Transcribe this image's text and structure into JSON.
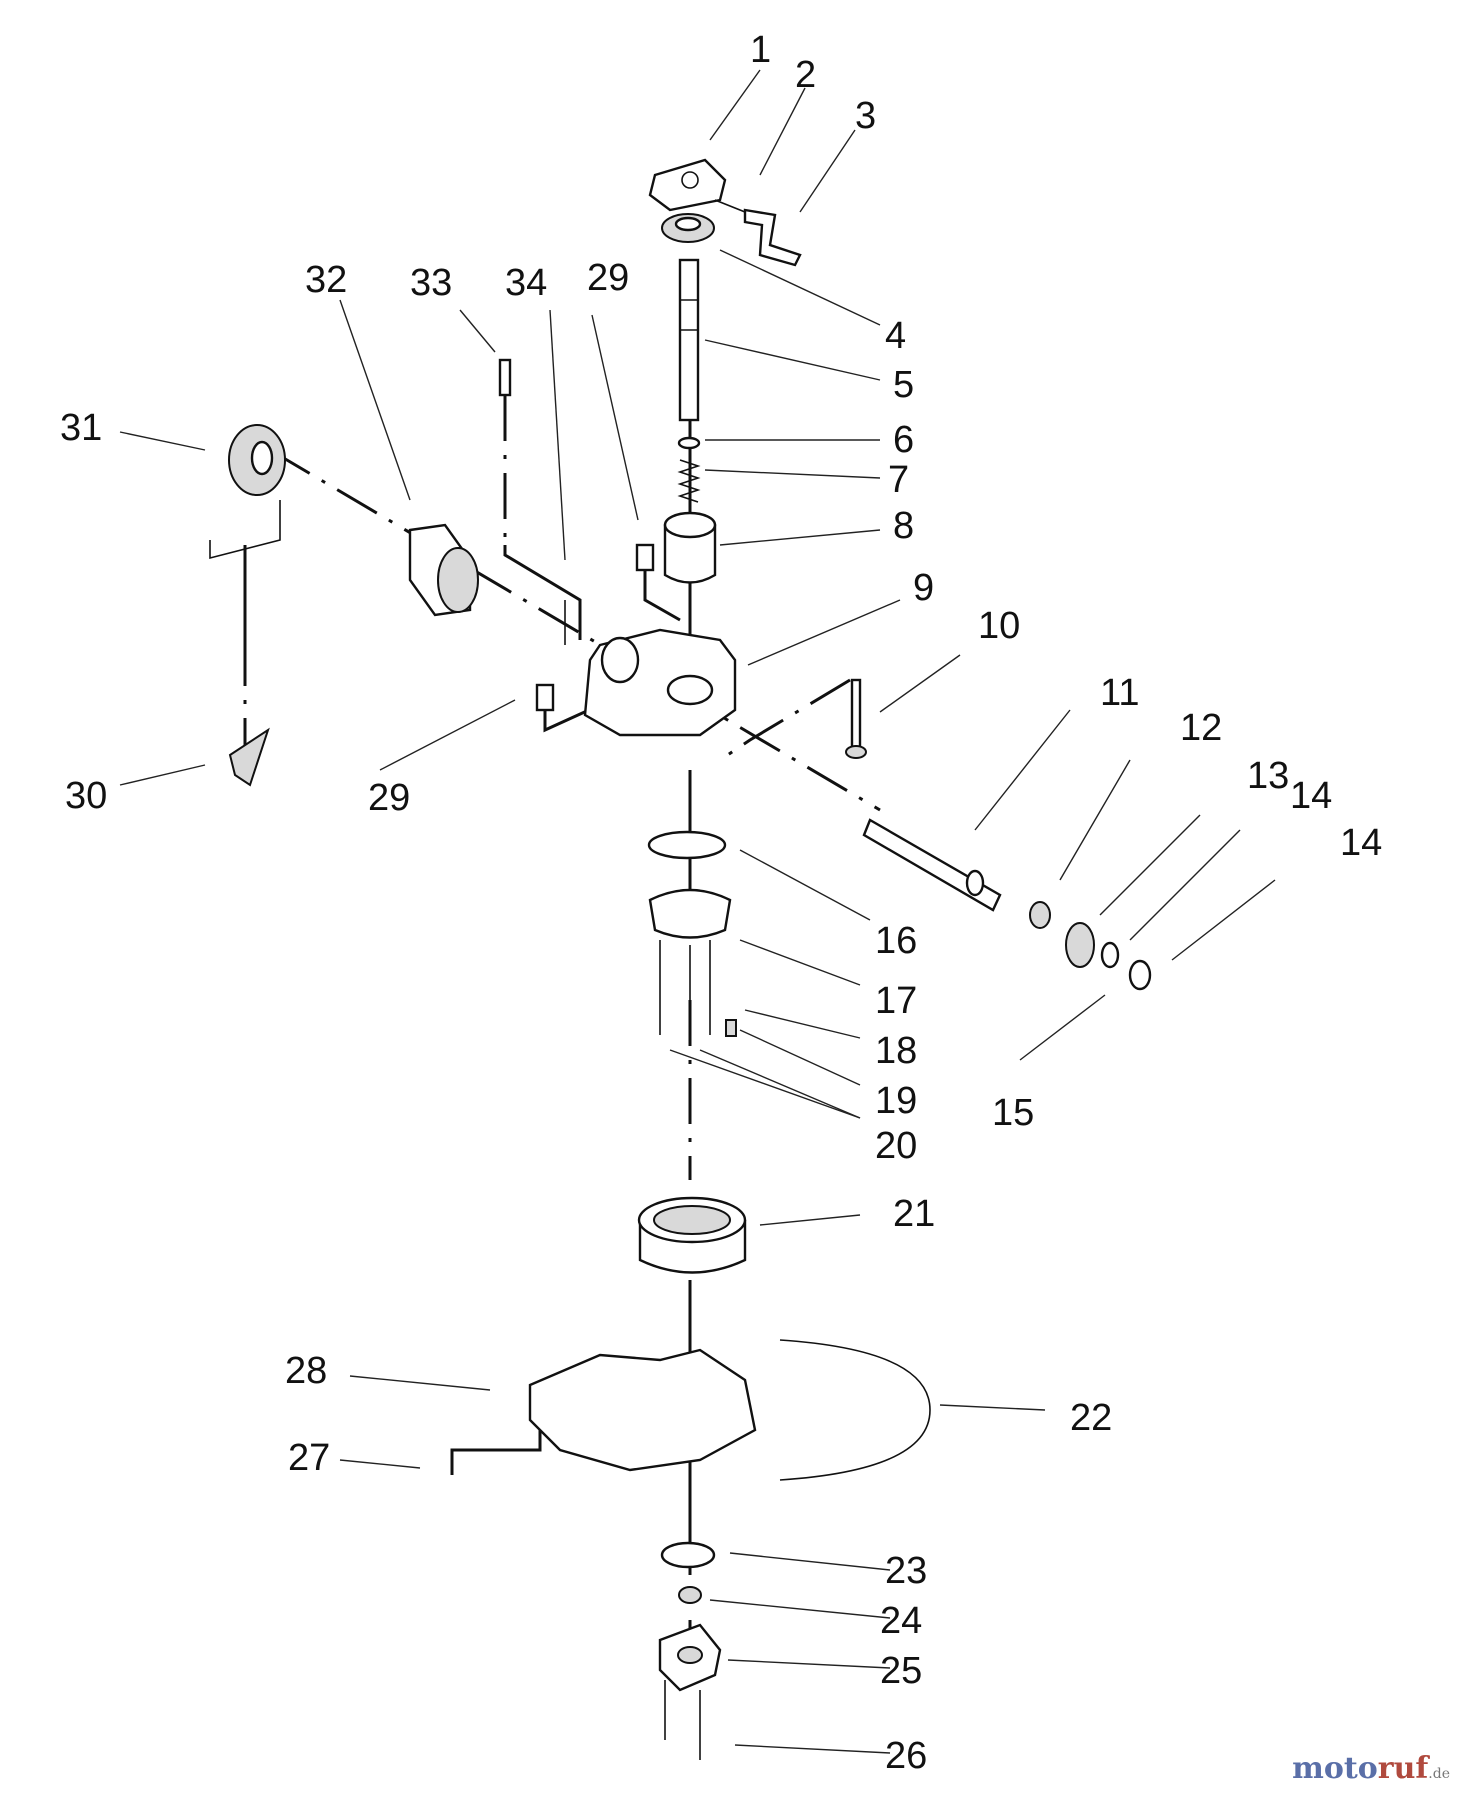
{
  "figure": {
    "callouts": [
      "1",
      "2",
      "3",
      "4",
      "5",
      "6",
      "7",
      "8",
      "9",
      "10",
      "11",
      "12",
      "13",
      "14",
      "14",
      "15",
      "16",
      "17",
      "18",
      "19",
      "20",
      "21",
      "22",
      "23",
      "24",
      "25",
      "26",
      "27",
      "28",
      "29",
      "29",
      "30",
      "31",
      "32",
      "33",
      "34"
    ]
  },
  "watermark": {
    "part1": "moto",
    "part2": "ruf",
    "part3": ".de"
  }
}
